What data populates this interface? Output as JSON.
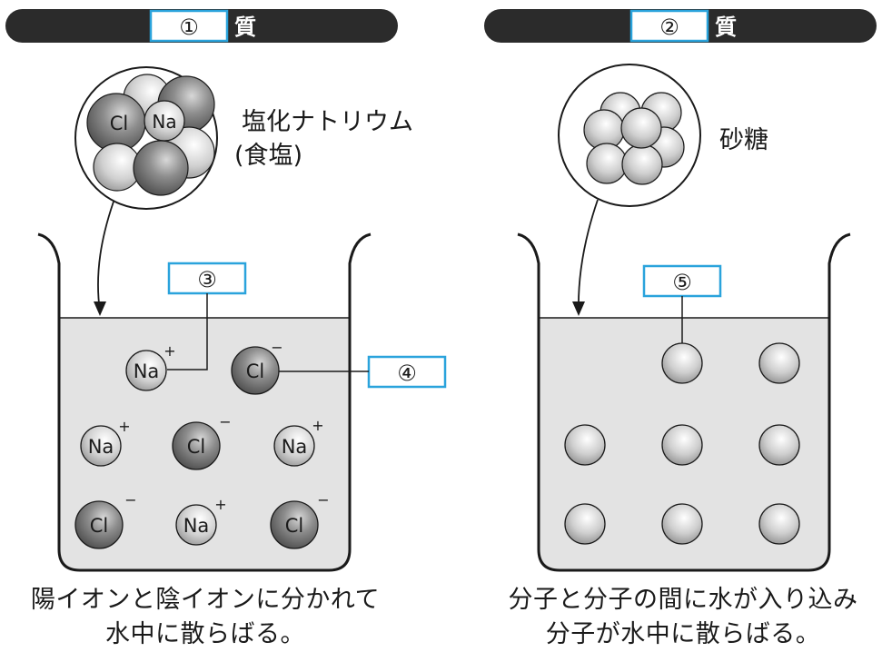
{
  "left_panel": {
    "header_blank": "①",
    "header_suffix": "質",
    "substance_name_line1": "塩化ナトリウム",
    "substance_name_line2": "(食塩)",
    "crystal_atom_labels": [
      "Cl",
      "Na"
    ],
    "blank_ion_label": "③",
    "blank_ion_label_2": "④",
    "ions": [
      {
        "symbol": "Na",
        "charge": "+"
      },
      {
        "symbol": "Cl",
        "charge": "−"
      },
      {
        "symbol": "Na",
        "charge": "+"
      },
      {
        "symbol": "Cl",
        "charge": "−"
      },
      {
        "symbol": "Na",
        "charge": "+"
      },
      {
        "symbol": "Cl",
        "charge": "−"
      },
      {
        "symbol": "Na",
        "charge": "+"
      },
      {
        "symbol": "Cl",
        "charge": "−"
      }
    ],
    "caption_line1": "陽イオンと陰イオンに分かれて",
    "caption_line2": "水中に散らばる。"
  },
  "right_panel": {
    "header_blank": "②",
    "header_suffix": "質",
    "substance_name": "砂糖",
    "blank_molecule_label": "⑤",
    "caption_line1": "分子と分子の間に水が入り込み",
    "caption_line2": "分子が水中に散らばる。"
  },
  "colors": {
    "header_bar": "#2b2b2b",
    "blank_box_border": "#2aa3dc",
    "water": "#e3e3e3",
    "chloride": "#8a8a8a",
    "sodium": "#d2d2d2",
    "sugar": "#c8c8c8"
  }
}
